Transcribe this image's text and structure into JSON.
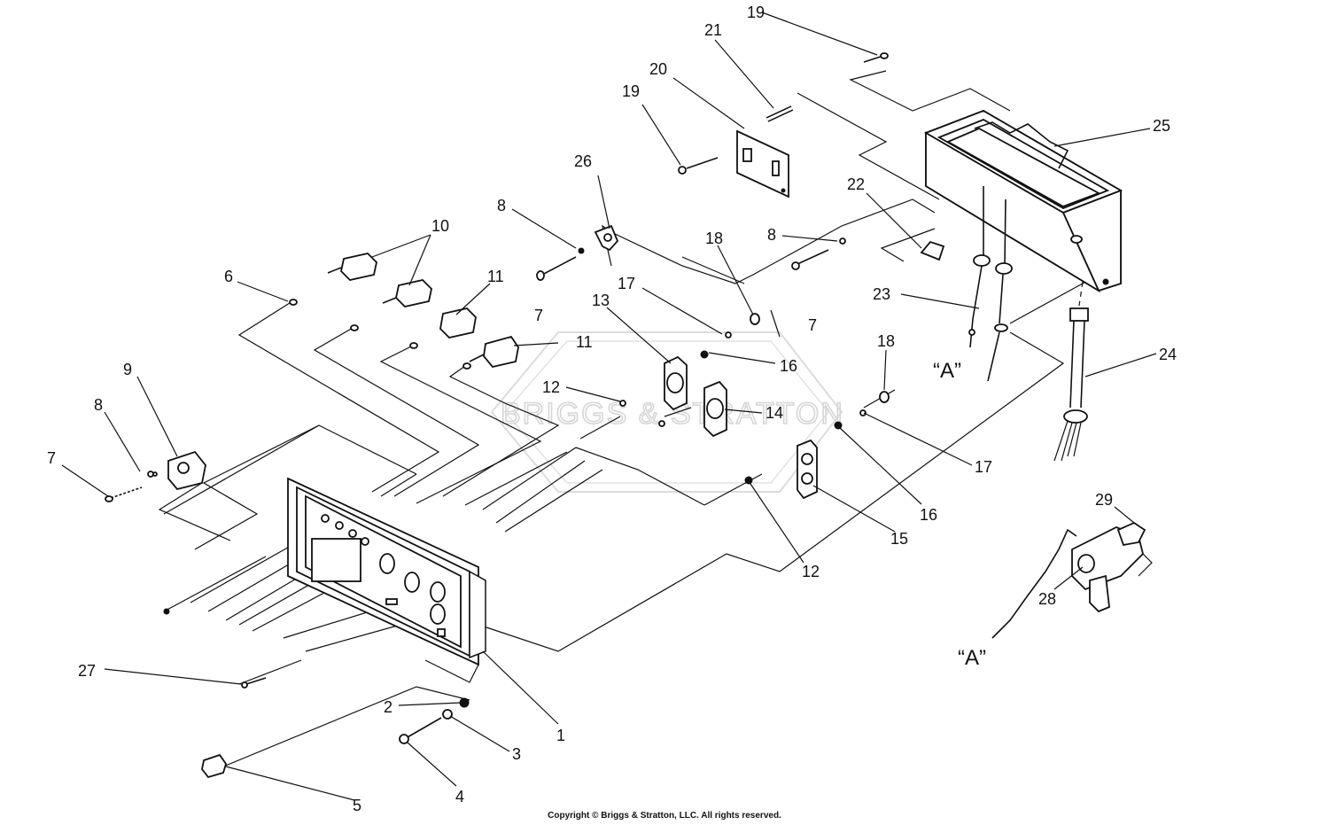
{
  "watermark": "BRIGGS & STRATTON",
  "copyright": "Copyright © Briggs & Stratton, LLC. All rights reserved.",
  "callouts": [
    "1",
    "2",
    "3",
    "4",
    "5",
    "6",
    "7",
    "7",
    "7",
    "8",
    "8",
    "8",
    "9",
    "10",
    "11",
    "11",
    "12",
    "12",
    "13",
    "14",
    "15",
    "16",
    "16",
    "17",
    "17",
    "18",
    "18",
    "19",
    "19",
    "20",
    "21",
    "22",
    "23",
    "24",
    "25",
    "26",
    "27",
    "28",
    "29"
  ],
  "detail_marks": [
    "“A”",
    "“A”"
  ]
}
